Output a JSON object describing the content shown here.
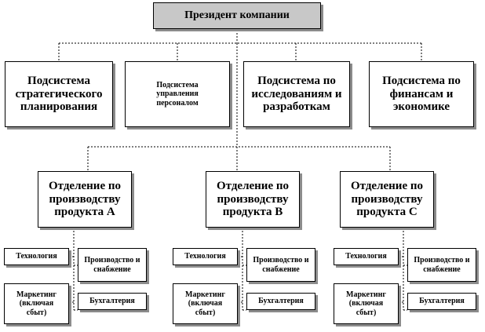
{
  "president": "Президент компании",
  "subsystems": [
    "Подсистема стратегического планирования",
    "Подсистема управления персоналом",
    "Подсистема по исследованиям и разработкам",
    "Подсистема по финансам и экономике"
  ],
  "divisions": [
    {
      "title": "Отделение по производству продукта А",
      "units": {
        "technology": "Технология",
        "production": "Производство и снабжение",
        "marketing": "Маркетинг (включая сбыт)",
        "accounting": "Бухгалтерия"
      }
    },
    {
      "title": "Отделение по производству продукта В",
      "units": {
        "technology": "Технология",
        "production": "Производство и снабжение",
        "marketing": "Маркетинг (включая сбыт)",
        "accounting": "Бухгалтерия"
      }
    },
    {
      "title": "Отделение по производству продукта С",
      "units": {
        "technology": "Технология",
        "production": "Производство и снабжение",
        "marketing": "Маркетинг (включая сбыт)",
        "accounting": "Бухгалтерия"
      }
    }
  ],
  "colors": {
    "president_fill": "#c8c8c8",
    "box_fill": "#ffffff",
    "shadow": "#8c8c8c",
    "line": "#000000"
  }
}
